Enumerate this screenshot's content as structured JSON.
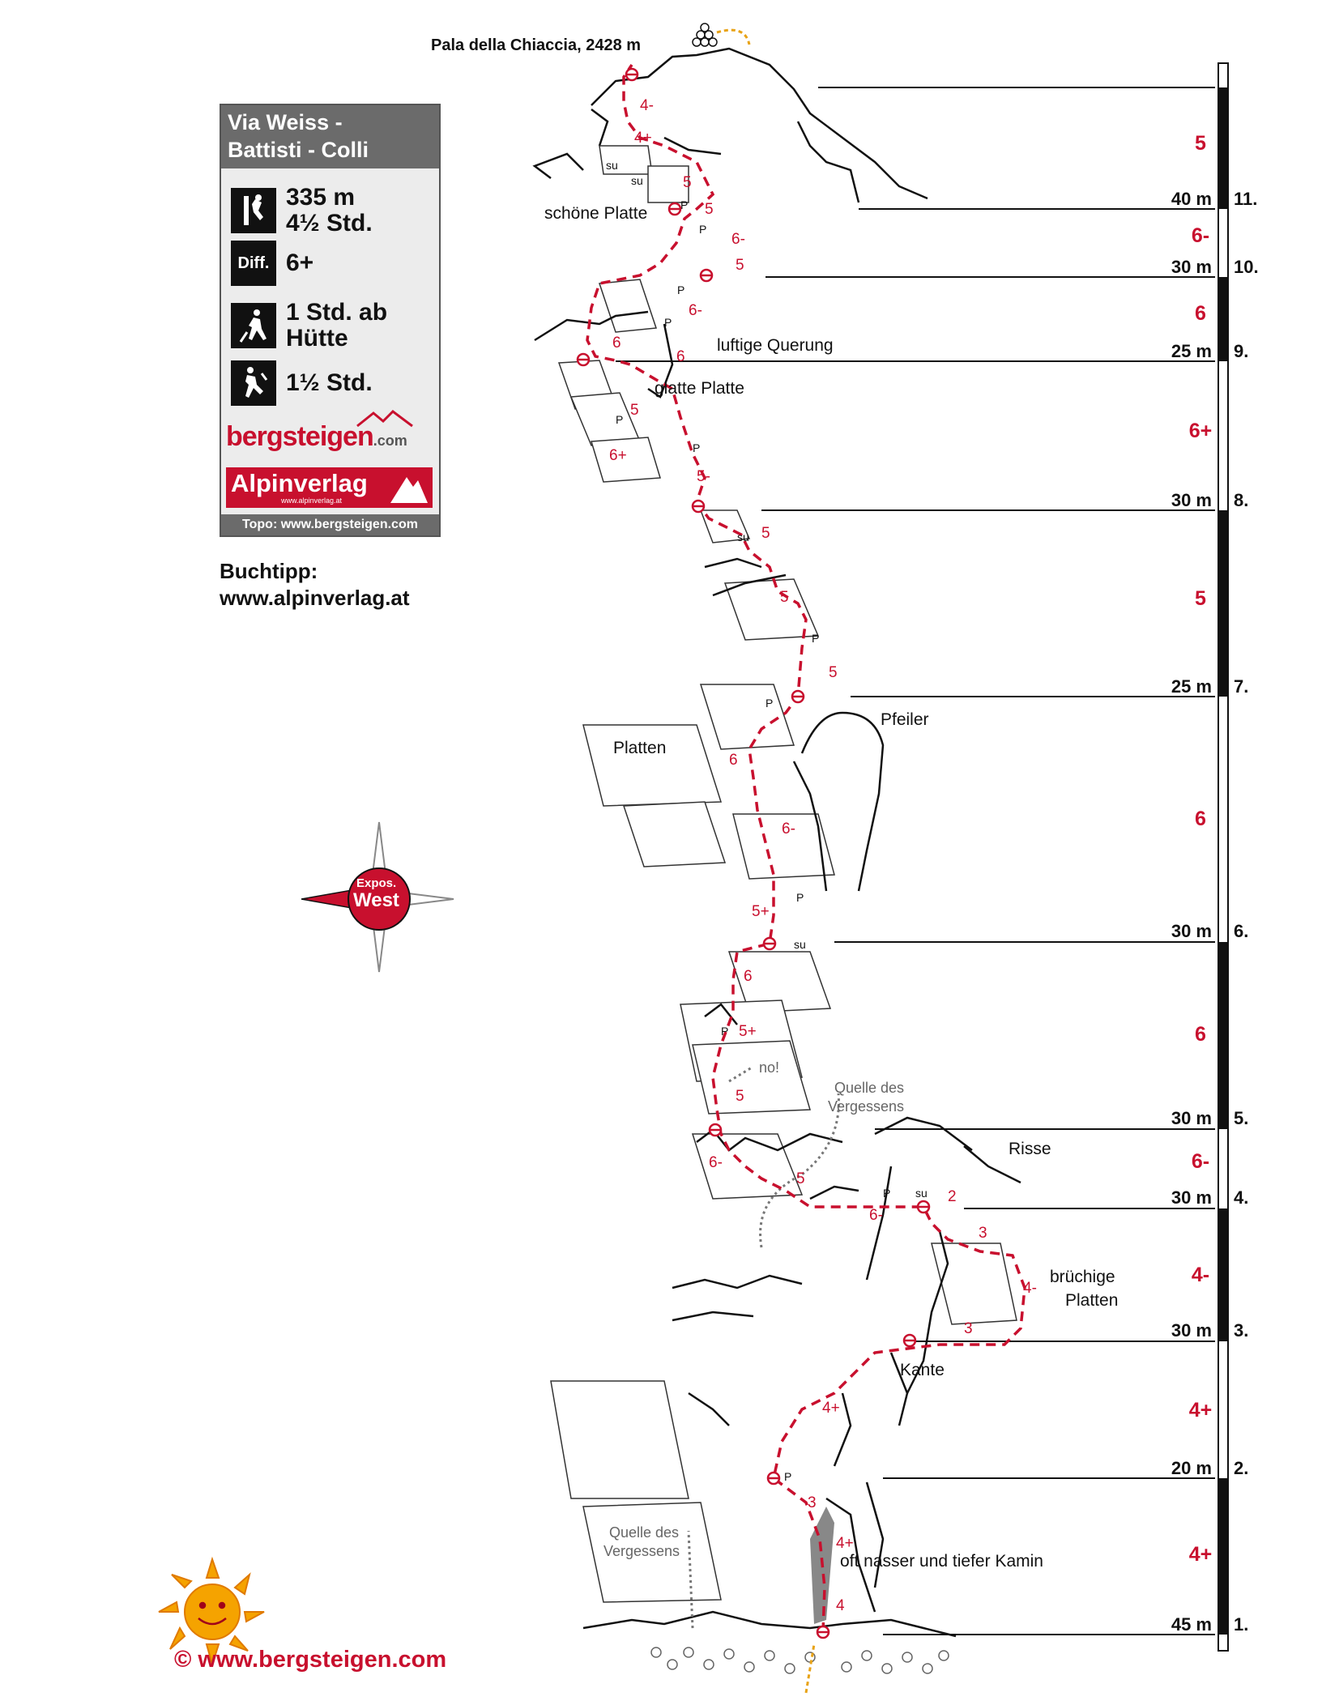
{
  "summit": {
    "label": "Pala della Chiaccia, 2428 m"
  },
  "info_box": {
    "title_line1": "Via Weiss -",
    "title_line2": "Battisti - Colli",
    "length_line1": "335 m",
    "length_line2": "4½ Std.",
    "diff_badge": "Diff.",
    "difficulty": "6+",
    "approach_line1": "1 Std. ab",
    "approach_line2": "Hütte",
    "descent": "1½ Std.",
    "brand_main": "bergsteigen",
    "brand_suffix": ".com",
    "publisher": "Alpinverlag",
    "publisher_url": "www.alpinverlag.at",
    "topo_link": "Topo: www.bergsteigen.com"
  },
  "book_tip": {
    "line1": "Buchtipp:",
    "line2": "www.alpinverlag.at"
  },
  "compass": {
    "line1": "Expos.",
    "line2": "West"
  },
  "footer": {
    "copyright": "©  www.bergsteigen.com"
  },
  "feature_labels": {
    "schoene_platte": "schöne Platte",
    "luftige_querung": "luftige Querung",
    "glatte_platte": "glatte Platte",
    "pfeiler": "Pfeiler",
    "platten": "Platten",
    "no": "no!",
    "quelle_top_1": "Quelle des",
    "quelle_top_2": "Vergessens",
    "risse": "Risse",
    "bruechige_1": "brüchige",
    "bruechige_2": "Platten",
    "kante": "Kante",
    "quelle_bottom_1": "Quelle des",
    "quelle_bottom_2": "Vergessens",
    "kamin": "oft nasser und tiefer Kamin"
  },
  "marks": {
    "su": "su",
    "p": "P"
  },
  "pitches": [
    {
      "number": "11.",
      "length": "40 m",
      "grade": "5"
    },
    {
      "number": "10.",
      "length": "30 m",
      "grade": "6-"
    },
    {
      "number": "9.",
      "length": "25 m",
      "grade": "6"
    },
    {
      "number": "8.",
      "length": "30 m",
      "grade": "6+"
    },
    {
      "number": "7.",
      "length": "25 m",
      "grade": "5"
    },
    {
      "number": "6.",
      "length": "30 m",
      "grade": "6"
    },
    {
      "number": "5.",
      "length": "30 m",
      "grade": "6"
    },
    {
      "number": "4.",
      "length": "30 m",
      "grade": "6-"
    },
    {
      "number": "3.",
      "length": "30 m",
      "grade": "4-"
    },
    {
      "number": "2.",
      "length": "20 m",
      "grade": "4+"
    },
    {
      "number": "1.",
      "length": "45 m",
      "grade": "4+"
    }
  ],
  "route_grades": [
    "4-",
    "4+",
    "5",
    "5",
    "6-",
    "5",
    "6-",
    "6",
    "6",
    "5",
    "6+",
    "5-",
    "5",
    "5",
    "5",
    "6",
    "6-",
    "5+",
    "6",
    "5+",
    "5",
    "6-",
    "5",
    "6-",
    "2",
    "3",
    "4-",
    "3",
    "4+",
    "3",
    "4+",
    "4"
  ],
  "colors": {
    "route": "#c8102e",
    "ink": "#111111",
    "panel": "#ececec",
    "panel_header": "#6b6b6b",
    "arrow": "#e8a317"
  }
}
